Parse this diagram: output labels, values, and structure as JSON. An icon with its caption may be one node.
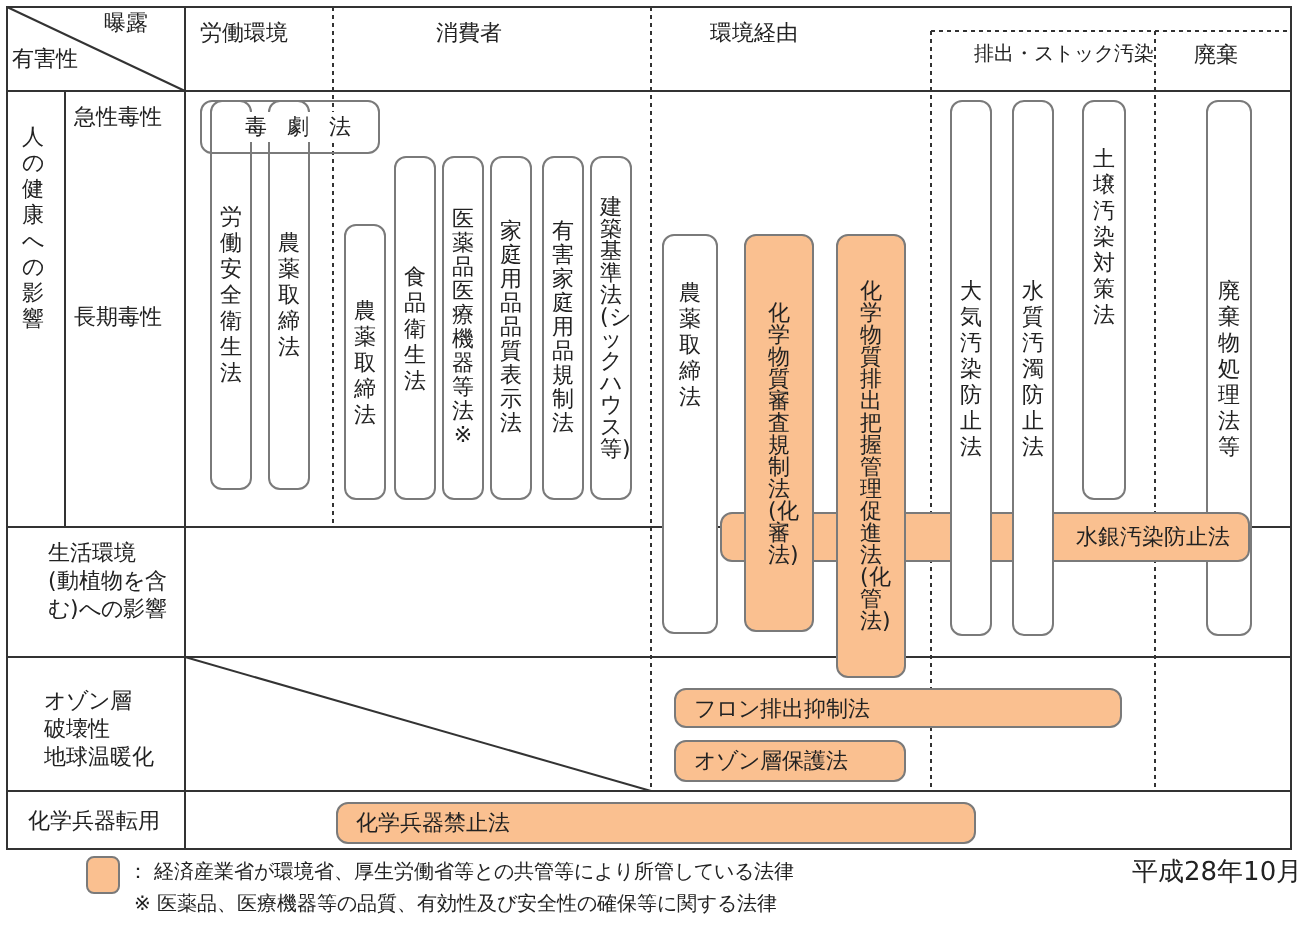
{
  "diagram": {
    "nodes": [
      {
        "text": [
          "毒劇法"
        ]
      },
      {
        "text": [
          "労働安全衛生法"
        ]
      },
      {
        "text": [
          "農薬取締法"
        ]
      },
      {
        "text": [
          "農薬取締法"
        ]
      },
      {
        "text": [
          "食品衛生法"
        ]
      },
      {
        "text": [
          "医薬品医療機器等法※"
        ]
      },
      {
        "text": [
          "家庭用品品質表示法"
        ]
      },
      {
        "text": [
          "有害家庭用品規制法"
        ]
      },
      {
        "text": [
          "建築基準法(シックハウス等)"
        ]
      },
      {
        "text": [
          "農薬取締法"
        ]
      },
      {
        "text": [
          "化学物質審査規制法(化審法)"
        ]
      },
      {
        "text": [
          "化学物質排出把握管理促進法(化管法)"
        ]
      },
      {
        "text": [
          "大気汚染防止法"
        ]
      },
      {
        "text": [
          "水質汚濁防止法"
        ]
      },
      {
        "text": [
          "土壌汚染対策法"
        ]
      },
      {
        "text": [
          "廃棄物処理法等"
        ]
      },
      {
        "text": [
          "水銀汚染防止法"
        ]
      },
      {
        "text": [
          "フロン排出抑制法"
        ]
      },
      {
        "text": [
          "オゾン層保護法"
        ]
      },
      {
        "text": [
          "化学兵器禁止法"
        ]
      }
    ],
    "labels": [
      "曝露",
      "有害性",
      "労働環境",
      "消費者",
      "環境経由",
      "排出・ストック汚染",
      "廃棄",
      "人の健康への影響",
      "急性毒性",
      "長期毒性",
      "生活環境(動植物を含む)への影響",
      "オゾン層破壊性地球温暖化",
      "化学兵器転用",
      "※ 医薬品、医療機器等の品質、有効性及び安全性の確保等に関する法律",
      "平成28年10月"
    ],
    "legend": [
      {
        "text": "： 経済産業省が環境省、厚生労働省等との共管等により所管している法律",
        "color": "#fac090"
      }
    ]
  }
}
